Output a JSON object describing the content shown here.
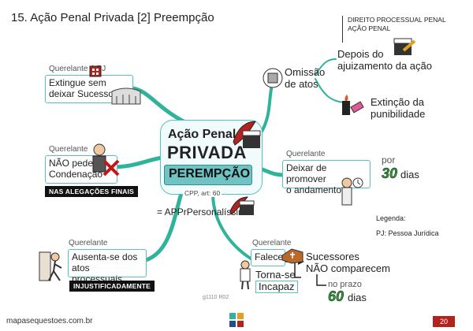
{
  "header": {
    "title": "15. Ação Penal Privada [2] Preempção",
    "course_line1": "DIREITO PROCESSUAL PENAL",
    "course_line2": "AÇÃO PENAL"
  },
  "center": {
    "line1": "Ação Penal",
    "line2": "PRIVADA",
    "peremption": "PEREMPÇÃO",
    "cpp_ref": "CPP, art: 60",
    "mnemonic": "= APPrPersonalíssima"
  },
  "branches": {
    "extinguish": {
      "label": "Querelante é PJ",
      "line1": "Extingue sem",
      "line2": "deixar Sucessor"
    },
    "condemnation": {
      "label": "Querelante",
      "line1": "NÃO pede",
      "line2": "Condenação",
      "tag": "NAS ALEGAÇÕES FINAIS"
    },
    "absent": {
      "label": "Querelante",
      "line1": "Ausenta-se dos",
      "line2": "atos processuais",
      "tag": "INJUSTIFICADAMENTE"
    },
    "omission": {
      "line1": "Omissão",
      "line2": "de atos",
      "after1": "Depois do",
      "after2": "ajuizamento da ação",
      "ext1": "Extinção da",
      "ext2": "punibilidade"
    },
    "progress": {
      "label": "Querelante",
      "line1": "Deixar de promover",
      "line2": "o andamento",
      "por": "por",
      "days_num": "30",
      "days": "dias"
    },
    "dies": {
      "label": "Querelante",
      "falece": "Falece",
      "torna1": "Torna-se",
      "torna2": "Incapaz",
      "succ1": "Sucessores",
      "succ2": "NÃO comparecem",
      "prazo": "no prazo",
      "days_num": "60",
      "days": "dias"
    }
  },
  "legend": {
    "title": "Legenda:",
    "item": "PJ: Pessoa Jurídica"
  },
  "footer": {
    "site": "mapasequestoes.com.br",
    "page": "20",
    "code": "g1110 R02"
  },
  "colors": {
    "branch": "#2fb39a",
    "box_border": "#5bbfc0",
    "peremption_fill": "#6fc3c3",
    "accent_red": "#b3221c",
    "days_green": "#2f9a3a"
  }
}
